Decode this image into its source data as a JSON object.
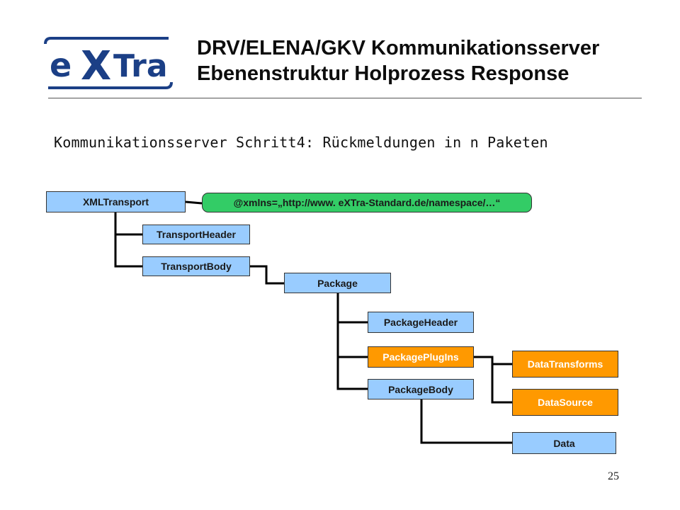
{
  "header": {
    "logo_text": "eXTra",
    "title_line1": "DRV/ELENA/GKV Kommunikationsserver",
    "title_line2": "Ebenenstruktur  Holprozess Response"
  },
  "subtitle": "Kommunikationsserver Schritt4: Rückmeldungen in n Paketen",
  "diagram": {
    "nodes": {
      "xml_transport": "XMLTransport",
      "xmlns": "@xmlns=„http://www. eXTra-Standard.de/namespace/…“",
      "transport_header": "TransportHeader",
      "transport_body": "TransportBody",
      "package": "Package",
      "package_header": "PackageHeader",
      "package_plugins": "PackagePlugIns",
      "package_body": "PackageBody",
      "data_transforms": "DataTransforms",
      "data_source": "DataSource",
      "data": "Data"
    },
    "colors": {
      "element": "#99ccff",
      "plugin": "#ff9900",
      "attribute": "#33cc66",
      "connector": "#000000"
    }
  },
  "page_number": "25"
}
